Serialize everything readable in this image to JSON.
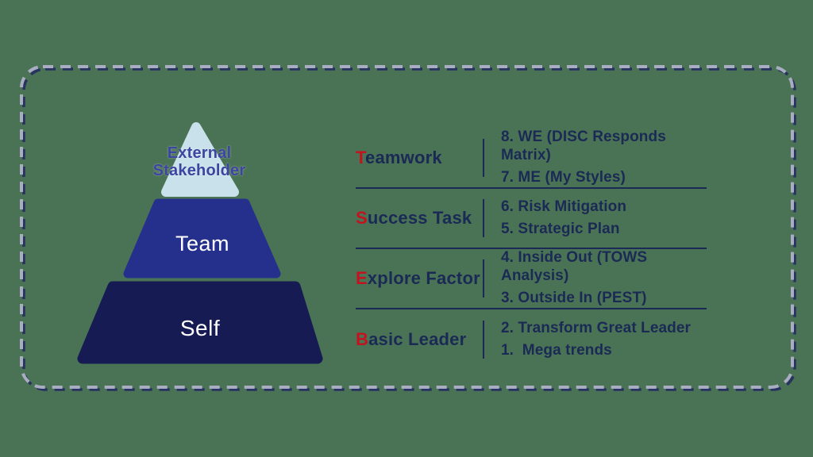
{
  "canvas": {
    "background": "#4a7355",
    "border_color": "#a8adc2",
    "border_shadow_color": "#273260"
  },
  "pyramid": {
    "levels": [
      {
        "label": "External Stakeholder",
        "color": "#c9e1ea",
        "text_color": "#3c45a0"
      },
      {
        "label": "Team",
        "color": "#252f8c",
        "text_color": "#ffffff"
      },
      {
        "label": "Self",
        "color": "#161b54",
        "text_color": "#ffffff"
      }
    ]
  },
  "legend": {
    "accent_color": "#c41220",
    "text_color": "#1b2a55",
    "rows": [
      {
        "initial": "T",
        "rest": "eamwork",
        "items": [
          "8. WE (DISC Responds Matrix)",
          "7. ME (My Styles)"
        ]
      },
      {
        "initial": "S",
        "rest": "uccess Task",
        "items": [
          "6. Risk Mitigation",
          "5. Strategic Plan"
        ]
      },
      {
        "initial": "E",
        "rest": "xplore Factor",
        "items": [
          "4. Inside Out (TOWS Analysis)",
          "3. Outside In (PEST)"
        ]
      },
      {
        "initial": "B",
        "rest": "asic Leader",
        "items": [
          "2. Transform Great Leader",
          "1.  Mega trends"
        ]
      }
    ]
  }
}
